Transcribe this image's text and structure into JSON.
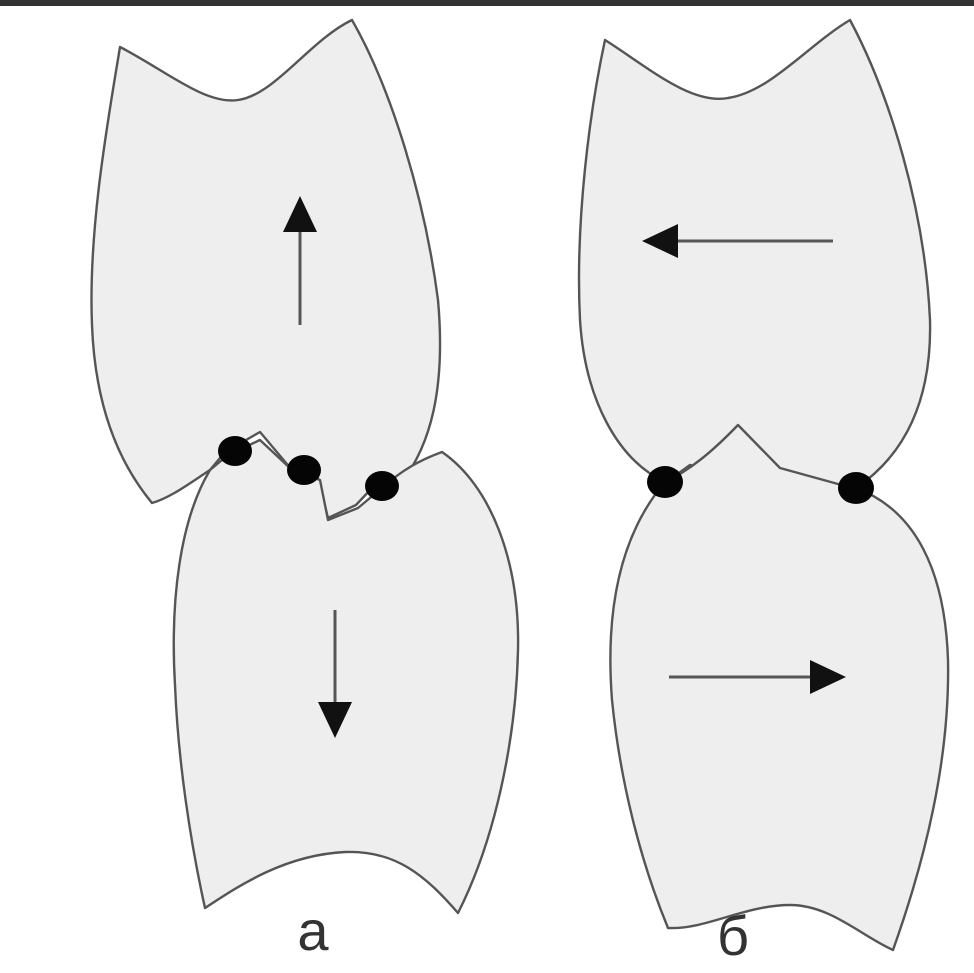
{
  "figure": {
    "panels": [
      {
        "id": "a",
        "label": "а",
        "contact_points": 3,
        "arrows": [
          "up",
          "down"
        ]
      },
      {
        "id": "b",
        "label": "б",
        "contact_points": 2,
        "arrows": [
          "left",
          "right"
        ]
      }
    ],
    "colors": {
      "background": "#ffffff",
      "tooth_fill": "#eeeeee",
      "outline": "#555555",
      "contact_point": "#050505",
      "arrow_head": "#111111"
    }
  }
}
